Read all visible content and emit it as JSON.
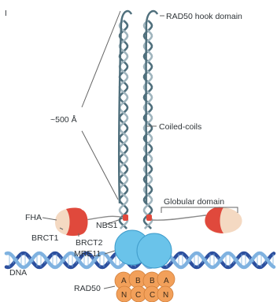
{
  "corner_mark": "I",
  "labels": {
    "hook": "RAD50 hook domain",
    "length": "~500 Å",
    "coiled": "Coiled-coils",
    "globular": "Globular domain",
    "fha": "FHA",
    "nbs1": "NBS1",
    "brct1": "BRCT1",
    "brct2": "BRCT2",
    "mre11": "MRE11",
    "dna": "DNA",
    "rad50": "RAD50"
  },
  "rad50_letters": {
    "left_top": "A",
    "left_top2": "B",
    "right_top": "B",
    "right_top2": "A",
    "left_bottom": "N",
    "left_bottom2": "C",
    "right_bottom": "C",
    "right_bottom2": "N"
  },
  "colors": {
    "coil": "#4f6f7c",
    "coil_light": "#9fb4bd",
    "mre11": "#6ac3ea",
    "rad50": "#f2a05a",
    "dna_dark": "#2c4f9e",
    "dna_light": "#7fb2e0",
    "nbs1_red": "#e0493c",
    "nbs1_pale": "#f4d9c2",
    "leader": "#666666"
  }
}
